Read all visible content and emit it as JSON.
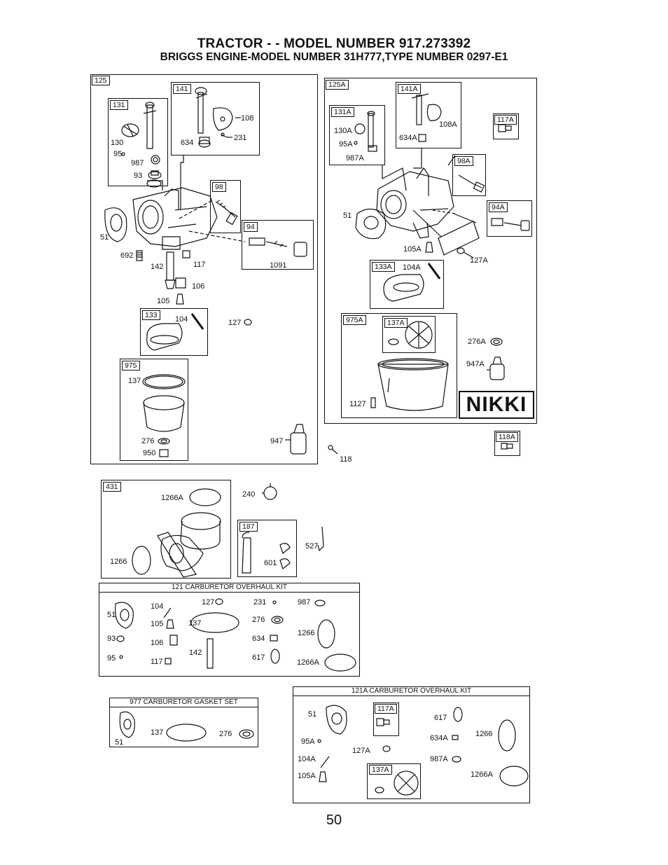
{
  "header": {
    "title": "TRACTOR - - MODEL NUMBER  917.273392",
    "subtitle": "BRIGGS ENGINE-MODEL NUMBER 31H777,TYPE NUMBER 0297-E1"
  },
  "left_assembly": {
    "tag": "125",
    "sub131": "131",
    "sub141": "141",
    "sub98": "98",
    "sub94": "94",
    "sub133": "133",
    "sub975": "975",
    "labels": {
      "p130": "130",
      "p95": "95",
      "p987": "987",
      "p93": "93",
      "p108": "108",
      "p634": "634",
      "p231": "231",
      "p51": "51",
      "p692": "692",
      "p142": "142",
      "p117": "117",
      "p1091": "1091",
      "p106": "106",
      "p105": "105",
      "p104": "104",
      "p127": "127",
      "p137": "137",
      "p276": "276",
      "p950": "950",
      "p947": "947"
    }
  },
  "right_assembly": {
    "tag": "125A",
    "sub131a": "131A",
    "sub141a": "141A",
    "sub117a": "117A",
    "sub98a": "98A",
    "sub94a": "94A",
    "sub133a": "133A",
    "sub975a": "975A",
    "sub137a": "137A",
    "brand": "NIKKI",
    "labels": {
      "p130a": "130A",
      "p95a": "95A",
      "p987a": "987A",
      "p108a": "108A",
      "p634a": "634A",
      "p51": "51",
      "p105a": "105A",
      "p127a": "127A",
      "p104a": "104A",
      "p276a": "276A",
      "p947a": "947A",
      "p1127": "1127"
    }
  },
  "loose_parts": {
    "sub118a": "118A",
    "p118": "118"
  },
  "elbow_assembly": {
    "tag": "431",
    "sub187": "187",
    "labels": {
      "p1266a": "1266A",
      "p1266": "1266",
      "p240": "240",
      "p527": "527",
      "p601": "601"
    }
  },
  "kit121": {
    "title": "121 CARBURETOR OVERHAUL KIT",
    "labels": {
      "p51": "51",
      "p93": "93",
      "p95": "95",
      "p104": "104",
      "p105": "105",
      "p106": "106",
      "p117": "117",
      "p127": "127",
      "p137": "137",
      "p142": "142",
      "p231": "231",
      "p276": "276",
      "p634": "634",
      "p617": "617",
      "p987": "987",
      "p1266": "1266",
      "p1266a": "1266A"
    }
  },
  "kit977": {
    "title": "977 CARBURETOR GASKET SET",
    "labels": {
      "p51": "51",
      "p137": "137",
      "p276": "276"
    }
  },
  "kit121a": {
    "title": "121A CARBURETOR OVERHAUL KIT",
    "sub117a": "117A",
    "sub137a": "137A",
    "labels": {
      "p51": "51",
      "p95a": "95A",
      "p104a": "104A",
      "p105a": "105A",
      "p127a": "127A",
      "p617": "617",
      "p634a": "634A",
      "p987a": "987A",
      "p1266": "1266",
      "p1266a": "1266A"
    }
  },
  "page_number": "50"
}
